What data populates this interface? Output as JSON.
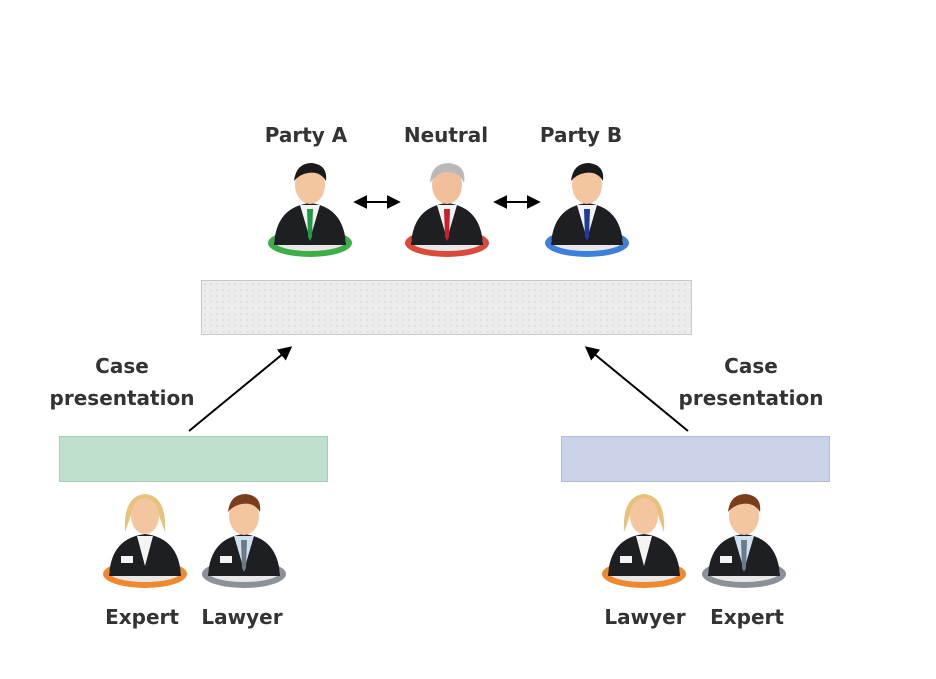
{
  "top": {
    "party_a": "Party A",
    "neutral": "Neutral",
    "party_b": "Party B"
  },
  "left": {
    "case_line1": "Case",
    "case_line2": "presentation",
    "person1": "Expert",
    "person2": "Lawyer"
  },
  "right": {
    "case_line1": "Case",
    "case_line2": "presentation",
    "person1": "Lawyer",
    "person2": "Expert"
  },
  "colors": {
    "party_a_ring": "#3fae49",
    "neutral_ring": "#d94a3d",
    "party_b_ring": "#3d7fd9",
    "orange_ring": "#f0892e",
    "grey_ring": "#8a9199",
    "left_box": "#bfe0cc",
    "right_box": "#c9d2e8",
    "center_box": "#ececec"
  }
}
